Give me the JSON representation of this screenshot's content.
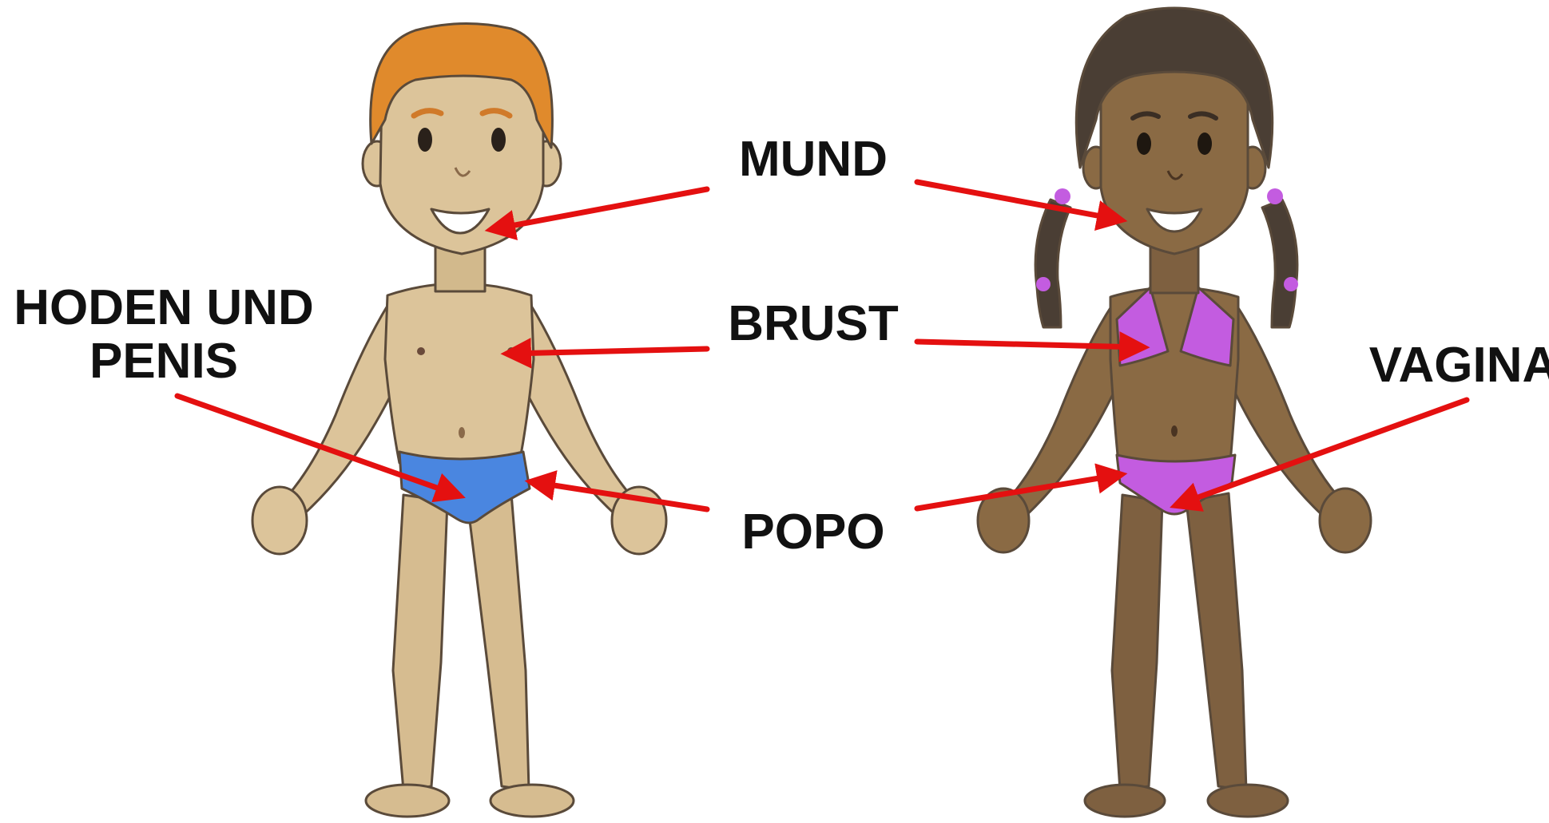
{
  "labels": {
    "mund": "MUND",
    "brust": "BRUST",
    "popo": "POPO",
    "hoden_line1": "HODEN UND",
    "hoden_line2": "PENIS",
    "vagina": "VAGINA"
  },
  "colors": {
    "arrow": "#e41010",
    "text": "#111111",
    "boy_skin": "#dcc49a",
    "boy_hair": "#e08a2c",
    "boy_briefs": "#4a86e0",
    "girl_skin": "#8a6a44",
    "girl_hair": "#4a3e34",
    "girl_bikini": "#c35ce0"
  },
  "figures": [
    {
      "name": "boy",
      "icon": "boy-figure-illustration"
    },
    {
      "name": "girl",
      "icon": "girl-figure-illustration"
    }
  ]
}
